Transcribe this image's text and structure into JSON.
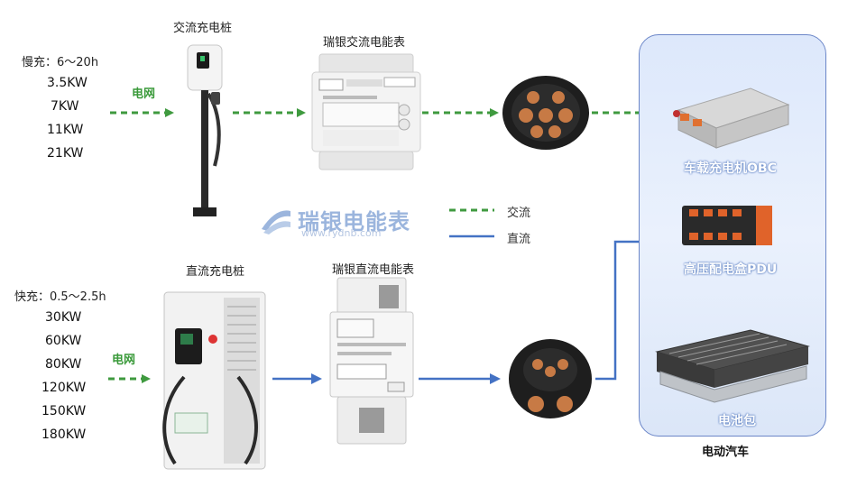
{
  "ac": {
    "title": "交流充电桩",
    "meter_title": "瑞银交流电能表",
    "slow_label": "慢充：6～20h",
    "rates": [
      "3.5KW",
      "7KW",
      "11KW",
      "21KW"
    ],
    "grid": "电网"
  },
  "dc": {
    "title": "直流充电桩",
    "meter_title": "瑞银直流电能表",
    "fast_label": "快充：0.5～2.5h",
    "rates": [
      "30KW",
      "60KW",
      "80KW",
      "120KW",
      "150KW",
      "180KW"
    ],
    "grid": "电网"
  },
  "legend": {
    "ac": "交流",
    "dc": "直流"
  },
  "watermark": {
    "brand": "瑞银电能表",
    "url": "www.rydnb.com"
  },
  "vehicle": {
    "obc": "车载充电机OBC",
    "pdu": "高压配电盒PDU",
    "battery": "电池包",
    "caption": "电动汽车"
  },
  "colors": {
    "ac_line": "#3f9a3f",
    "dc_line": "#4472c4",
    "ev_border": "#6b86c8"
  }
}
